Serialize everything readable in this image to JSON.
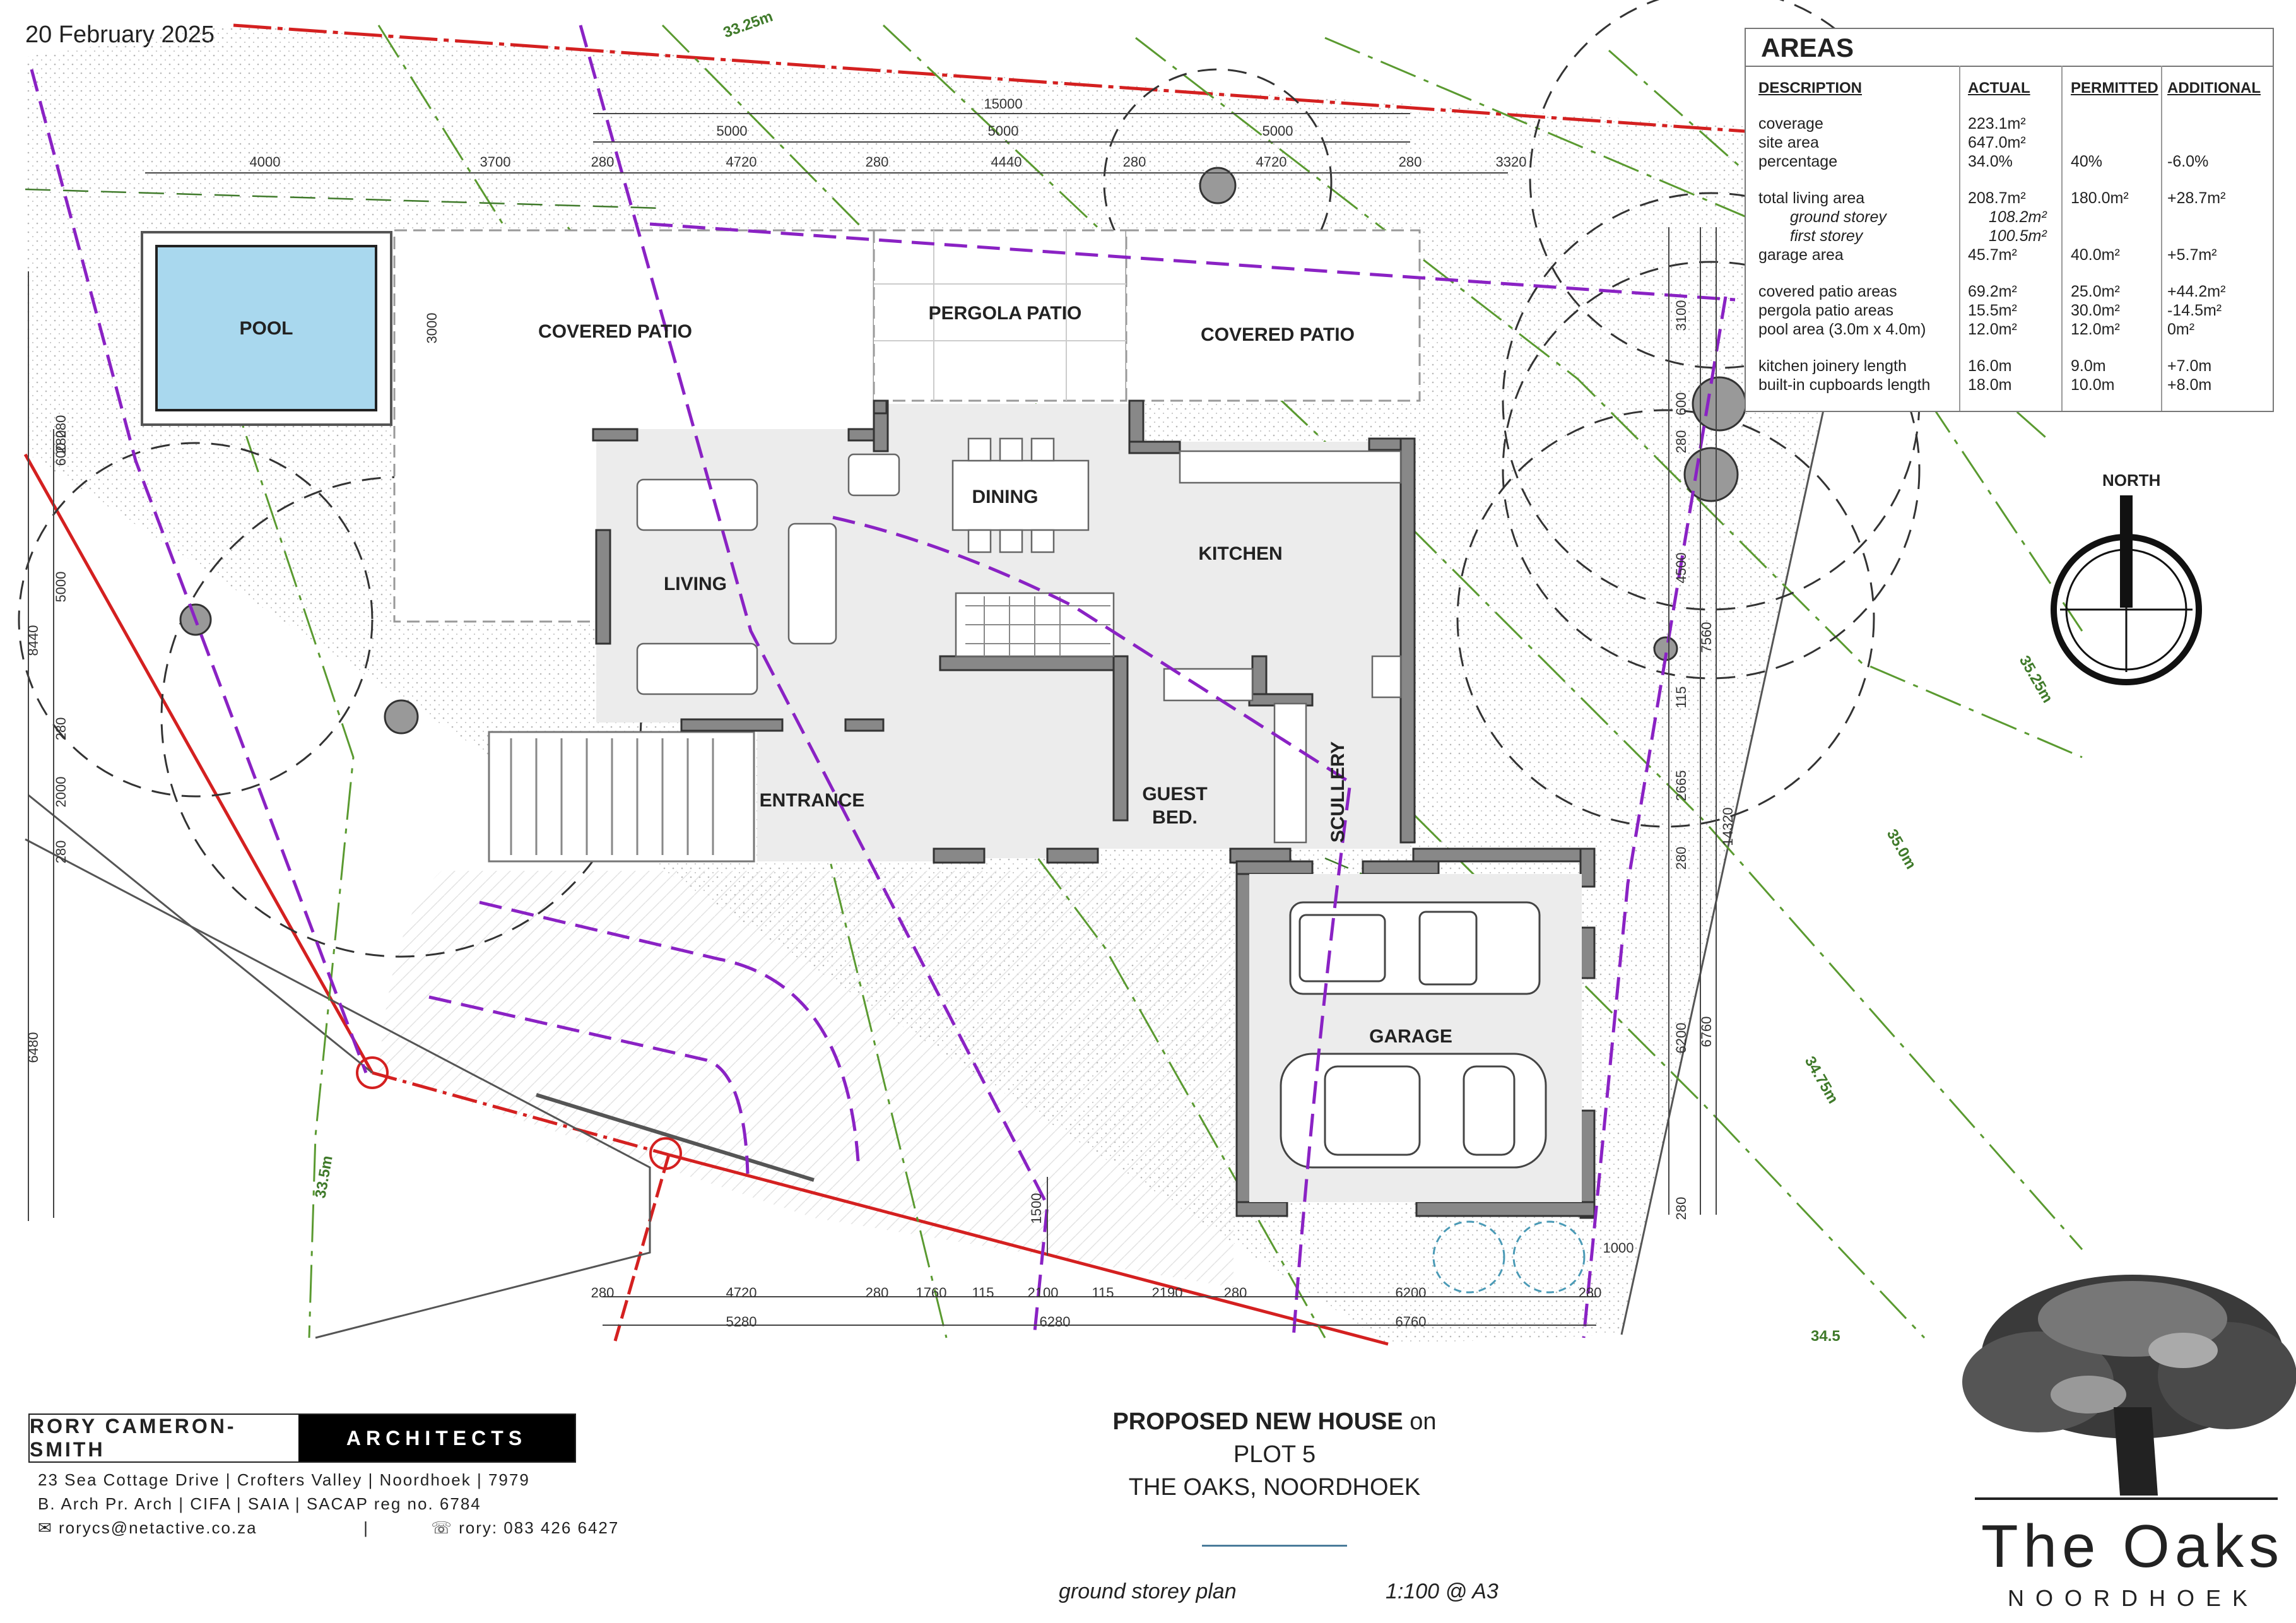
{
  "date": "20 February 2025",
  "rooms": {
    "pool": "POOL",
    "covered_patio_left": "COVERED PATIO",
    "pergola_patio": "PERGOLA PATIO",
    "covered_patio_right": "COVERED PATIO",
    "dining": "DINING",
    "living": "LIVING",
    "kitchen": "KITCHEN",
    "entrance": "ENTRANCE",
    "guest_bed_1": "GUEST",
    "guest_bed_2": "BED.",
    "scullery": "SCULLERY",
    "garage": "GARAGE"
  },
  "north_label": "NORTH",
  "contours": [
    "33.25m",
    "35.25m",
    "35.0m",
    "34.75m",
    "33.5m",
    "34.5"
  ],
  "dims_top": {
    "overall": "15000",
    "fives": [
      "5000",
      "5000",
      "5000"
    ],
    "segments": [
      "4000",
      "3700",
      "280",
      "4720",
      "280",
      "4440",
      "280",
      "4720",
      "280",
      "3320"
    ]
  },
  "dims_bottom": {
    "row1": [
      "280",
      "4720",
      "280",
      "1760",
      "115",
      "2100",
      "115",
      "2190",
      "280",
      "6200",
      "280"
    ],
    "row2": [
      "5280",
      "6280",
      "6760"
    ],
    "misc": [
      "1500",
      "1000"
    ]
  },
  "dims_left": [
    "8440",
    "5000",
    "600",
    "280",
    "280",
    "2000",
    "280",
    "6480",
    "3000",
    "280"
  ],
  "dims_right": [
    "3100",
    "600",
    "280",
    "4500",
    "7560",
    "115",
    "2665",
    "14320",
    "280",
    "6200",
    "6760",
    "280"
  ],
  "areas": {
    "title": "AREAS",
    "headers": [
      "DESCRIPTION",
      "ACTUAL",
      "PERMITTED",
      "ADDITIONAL"
    ],
    "coverage_label": "coverage",
    "site_area_label": "site area",
    "percentage_label": "percentage",
    "coverage_actual": "223.1m²",
    "site_area_actual": "647.0m²",
    "percentage_actual": "34.0%",
    "percentage_permitted": "40%",
    "percentage_additional": "-6.0%",
    "total_living_label": "total living area",
    "ground_storey_label": "ground storey",
    "first_storey_label": "first storey",
    "garage_area_label": "garage area",
    "total_living_actual": "208.7m²",
    "ground_storey_actual": "108.2m²",
    "first_storey_actual": "100.5m²",
    "garage_area_actual": "45.7m²",
    "total_living_permitted": "180.0m²",
    "garage_area_permitted": "40.0m²",
    "total_living_additional": "+28.7m²",
    "garage_area_additional": "+5.7m²",
    "covered_patio_label": "covered patio areas",
    "pergola_label": "pergola patio areas",
    "pool_label": "pool area (3.0m x 4.0m)",
    "covered_patio_actual": "69.2m²",
    "pergola_actual": "15.5m²",
    "pool_actual": "12.0m²",
    "covered_patio_permitted": "25.0m²",
    "pergola_permitted": "30.0m²",
    "pool_permitted": "12.0m²",
    "covered_patio_additional": "+44.2m²",
    "pergola_additional": "-14.5m²",
    "pool_additional": "0m²",
    "kitchen_label": "kitchen joinery length",
    "cupboards_label": "built-in cupboards length",
    "kitchen_actual": "16.0m",
    "cupboards_actual": "18.0m",
    "kitchen_permitted": "9.0m",
    "cupboards_permitted": "10.0m",
    "kitchen_additional": "+7.0m",
    "cupboards_additional": "+8.0m"
  },
  "firm": {
    "name": "RORY CAMERON-SMITH",
    "suffix": "ARCHITECTS",
    "address": "23 Sea Cottage Drive  |  Crofters Valley  |  Noordhoek  |  7979",
    "qualifications": "B. Arch  Pr. Arch  |  CIFA  |  SAIA  |  SACAP reg no. 6784",
    "email": "rorycs@netactive.co.za",
    "separator": "|",
    "phone": "rory:  083 426 6427"
  },
  "project": {
    "title_bold": "PROPOSED NEW HOUSE",
    "title_rest": " on",
    "line2": "PLOT 5",
    "line3": "THE OAKS, NOORDHOEK"
  },
  "drawing": {
    "name": "ground storey plan",
    "scale": "1:100 @ A3"
  },
  "brand": {
    "name": "The Oaks",
    "place": "NOORDHOEK"
  }
}
